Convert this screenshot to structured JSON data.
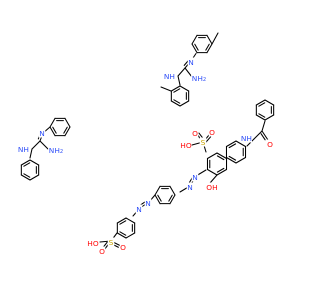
{
  "colors": {
    "carbon_bond": "#000000",
    "nitrogen": "#3050F8",
    "oxygen": "#FF0D0D",
    "sulfur": "#C8A400",
    "background": "#ffffff"
  },
  "labels": {
    "n": "N",
    "nh": "NH",
    "nh2_a": "NH",
    "nh2_b": "2",
    "o": "O",
    "oh_a": "O",
    "oh_b": "H",
    "ho_a": "H",
    "ho_b": "O",
    "s": "S",
    "sub2": "2"
  }
}
